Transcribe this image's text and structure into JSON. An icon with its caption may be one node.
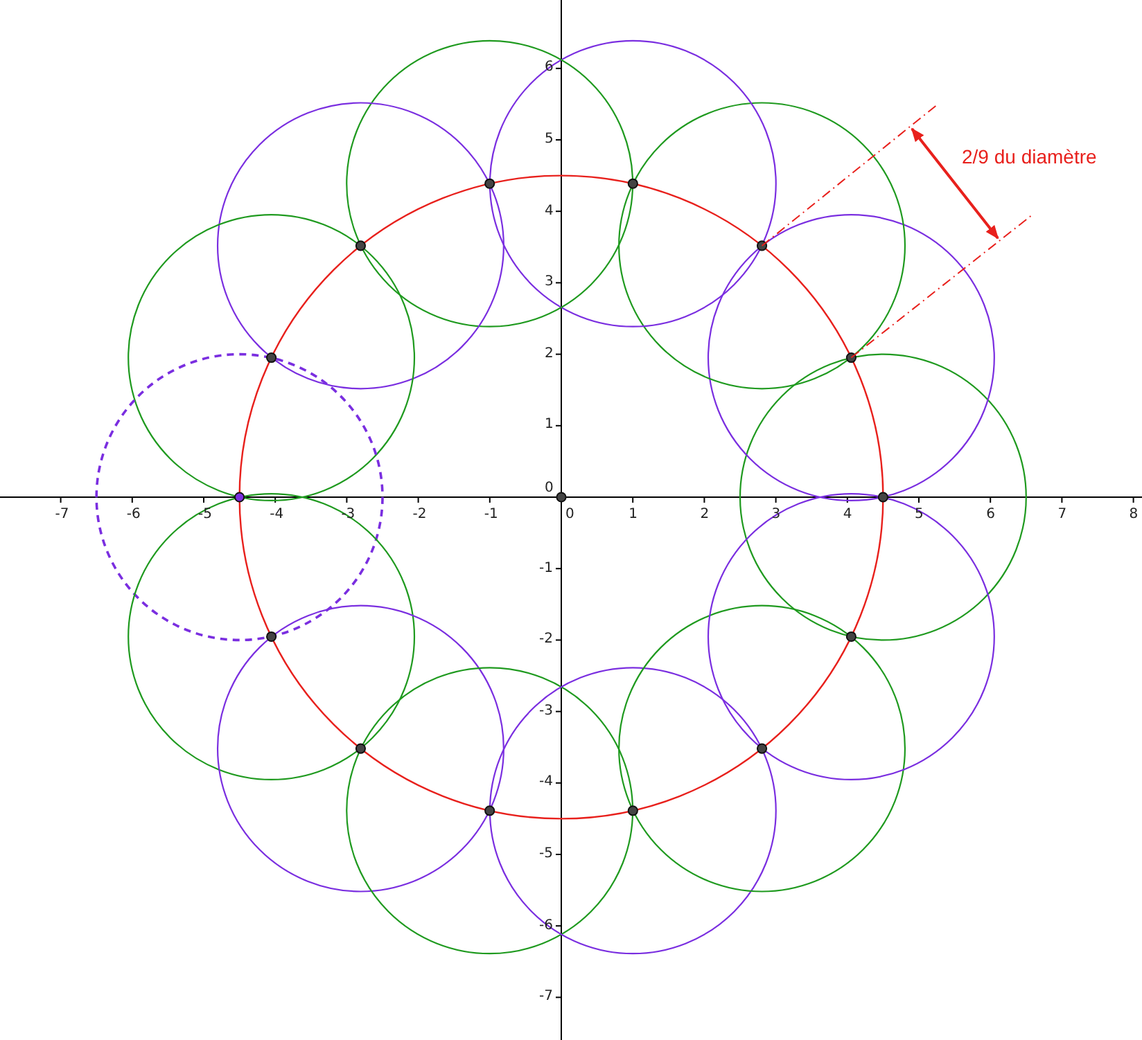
{
  "diagram": {
    "labels": [
      "2/9 du diamètre",
      "6",
      "5",
      "4",
      "3",
      "2",
      "1",
      "0",
      "-7",
      "-6",
      "-5",
      "-4",
      "-3",
      "-2",
      "-1",
      "0",
      "1",
      "2",
      "3",
      "4",
      "5",
      "6",
      "7",
      "8",
      "-1",
      "-2",
      "-3",
      "-4",
      "-5",
      "-6",
      "-7"
    ]
  }
}
